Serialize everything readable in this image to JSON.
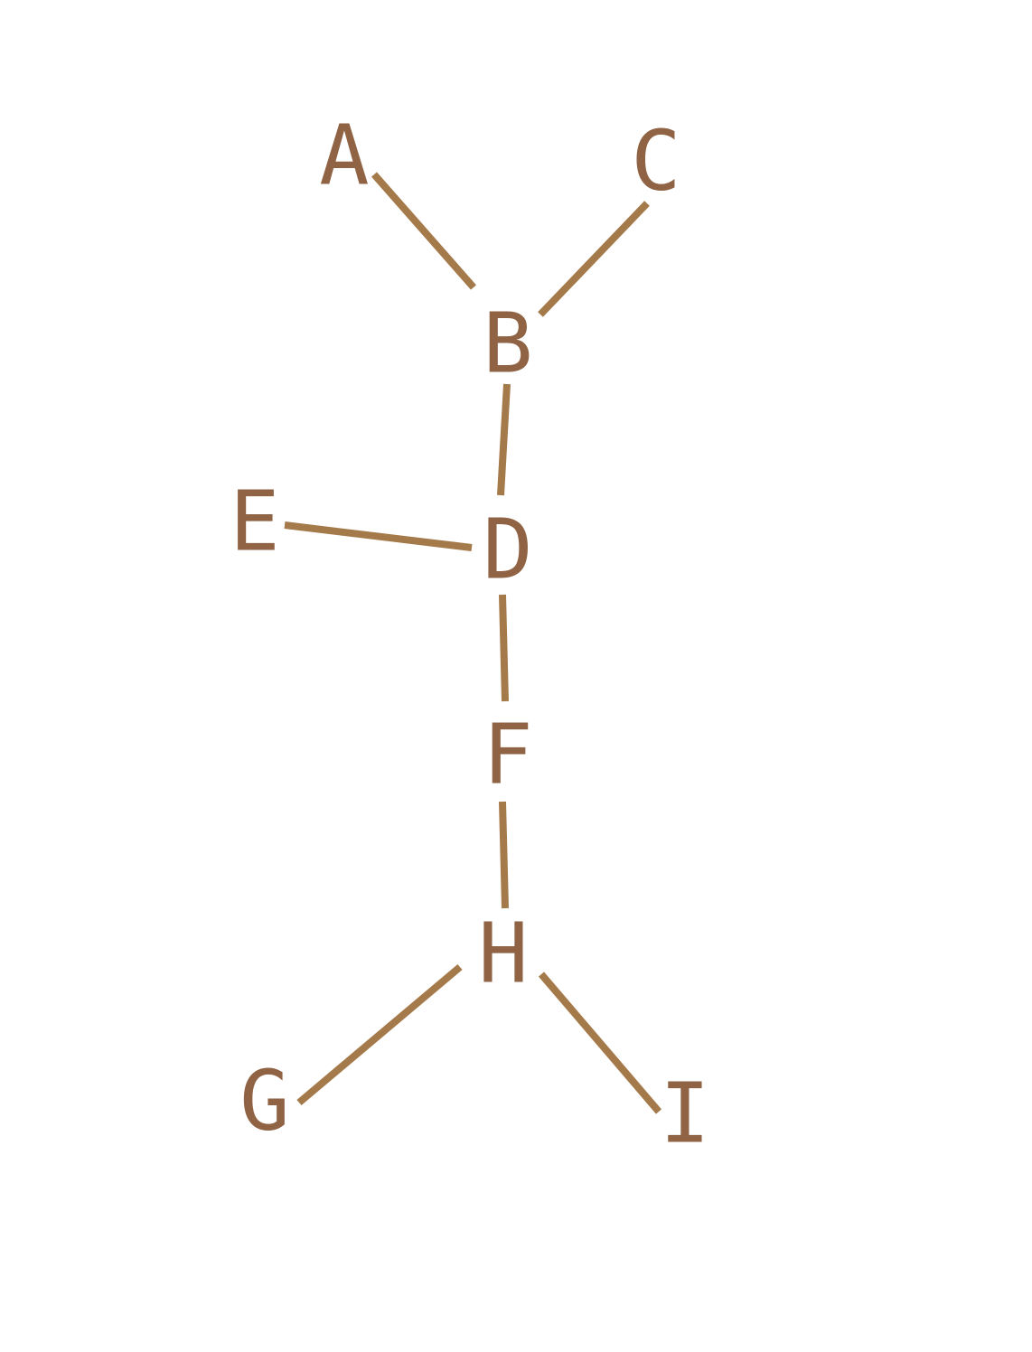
{
  "diagram": {
    "type": "tree",
    "colors": {
      "node_text": "#8f6344",
      "edge": "#a57a4b",
      "background": "#ffffff"
    },
    "nodes": [
      {
        "id": "A",
        "label": "A"
      },
      {
        "id": "B",
        "label": "B"
      },
      {
        "id": "C",
        "label": "C"
      },
      {
        "id": "D",
        "label": "D"
      },
      {
        "id": "E",
        "label": "E"
      },
      {
        "id": "F",
        "label": "F"
      },
      {
        "id": "G",
        "label": "G"
      },
      {
        "id": "H",
        "label": "H"
      },
      {
        "id": "I",
        "label": "I"
      }
    ],
    "edges": [
      {
        "from": "A",
        "to": "B"
      },
      {
        "from": "C",
        "to": "B"
      },
      {
        "from": "B",
        "to": "D"
      },
      {
        "from": "E",
        "to": "D"
      },
      {
        "from": "D",
        "to": "F"
      },
      {
        "from": "F",
        "to": "H"
      },
      {
        "from": "H",
        "to": "G"
      },
      {
        "from": "H",
        "to": "I"
      }
    ]
  }
}
